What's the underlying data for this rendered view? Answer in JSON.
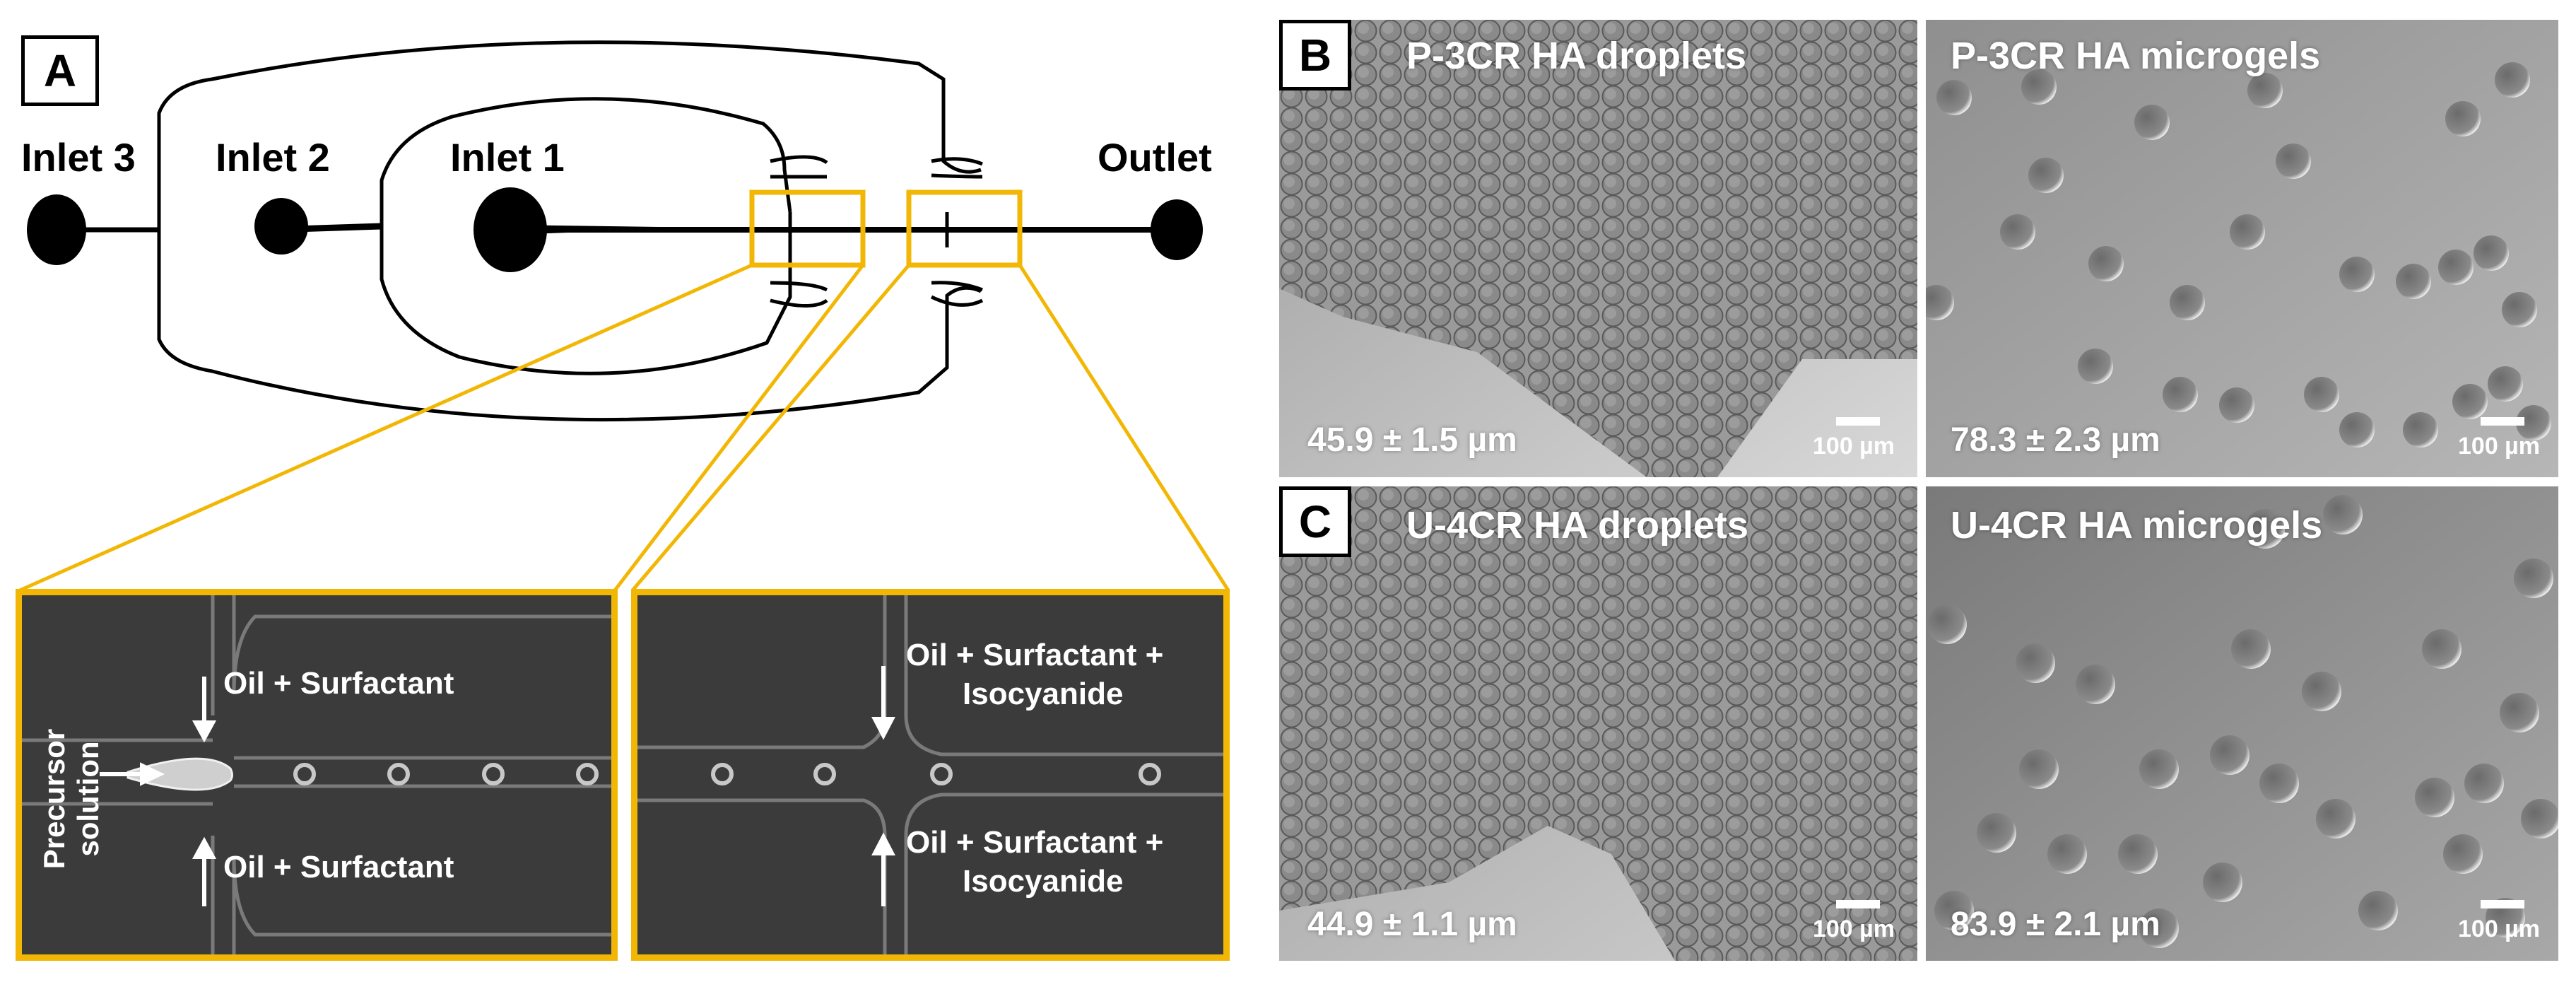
{
  "panel_a": {
    "letter": "A",
    "inlets": {
      "inlet3": "Inlet 3",
      "inlet2": "Inlet 2",
      "inlet1": "Inlet 1",
      "outlet": "Outlet"
    },
    "zoom1": {
      "top_flow": "Oil + Surfactant",
      "bottom_flow": "Oil + Surfactant",
      "side_line1": "Precursor",
      "side_line2": "solution"
    },
    "zoom2": {
      "top_line1": "Oil + Surfactant +",
      "top_line2": "Isocyanide",
      "bottom_line1": "Oil + Surfactant +",
      "bottom_line2": "Isocyanide"
    },
    "colors": {
      "highlight": "#f2b705",
      "channel": "#000000"
    }
  },
  "panel_b": {
    "letter": "B",
    "droplets": {
      "title": "P-3CR HA droplets",
      "size": "45.9 ± 1.5 µm",
      "scale": "100 µm"
    },
    "microgels": {
      "title": "P-3CR HA microgels",
      "size": "78.3 ± 2.3 µm",
      "scale": "100 µm"
    }
  },
  "panel_c": {
    "letter": "C",
    "droplets": {
      "title": "U-4CR HA droplets",
      "size": "44.9 ± 1.1 µm",
      "scale": "100 µm"
    },
    "microgels": {
      "title": "U-4CR HA microgels",
      "size": "83.9 ± 2.1 µm",
      "scale": "100 µm"
    }
  }
}
